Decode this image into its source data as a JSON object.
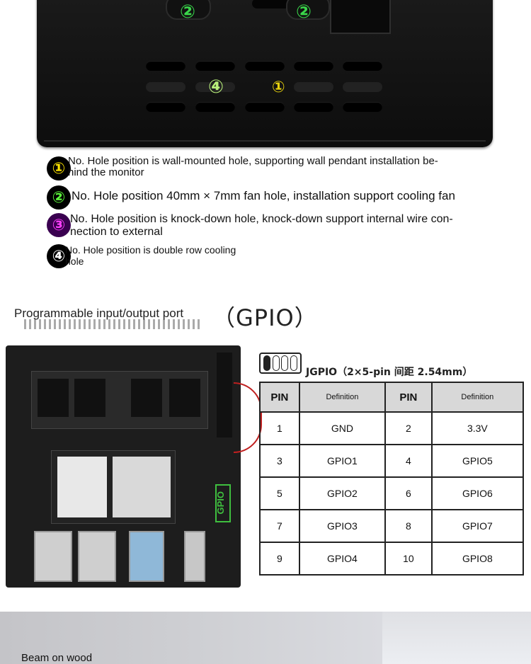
{
  "device_markers": {
    "two": "②",
    "four": "④",
    "one": "①"
  },
  "notes": [
    {
      "badge": "①",
      "text": "No. Hole position is wall-mounted hole, supporting wall pendant installation be-\nhind the monitor"
    },
    {
      "badge": "②",
      "text": "No. Hole position 40mm × 7mm fan hole, installation support cooling fan"
    },
    {
      "badge": "③",
      "text": "No. Hole position is knock-down hole, knock-down support internal wire con-\nnection to external"
    },
    {
      "badge": "④",
      "text": "No. Hole position is double row cooling\nhole"
    }
  ],
  "gpio": {
    "caption": "Programmable input/output port",
    "heading": "（GPIO）",
    "board_label": "GPIO",
    "header_label": "JGPIO（2×5-pin 间距 2.54mm）",
    "table": {
      "headers": [
        "PIN",
        "Definition",
        "PIN",
        "Definition"
      ],
      "rows": [
        [
          "1",
          "GND",
          "2",
          "3.3V"
        ],
        [
          "3",
          "GPIO1",
          "4",
          "GPIO5"
        ],
        [
          "5",
          "GPIO2",
          "6",
          "GPIO6"
        ],
        [
          "7",
          "GPIO3",
          "8",
          "GPIO7"
        ],
        [
          "9",
          "GPIO4",
          "10",
          "GPIO8"
        ]
      ]
    }
  },
  "bottom": {
    "caption": "Beam on wood"
  },
  "colors": {
    "marker_green": "#3ad64a",
    "marker_yellow": "#e8d20e",
    "gpio_green": "#3fbf3f",
    "wire_red": "#c02020"
  }
}
